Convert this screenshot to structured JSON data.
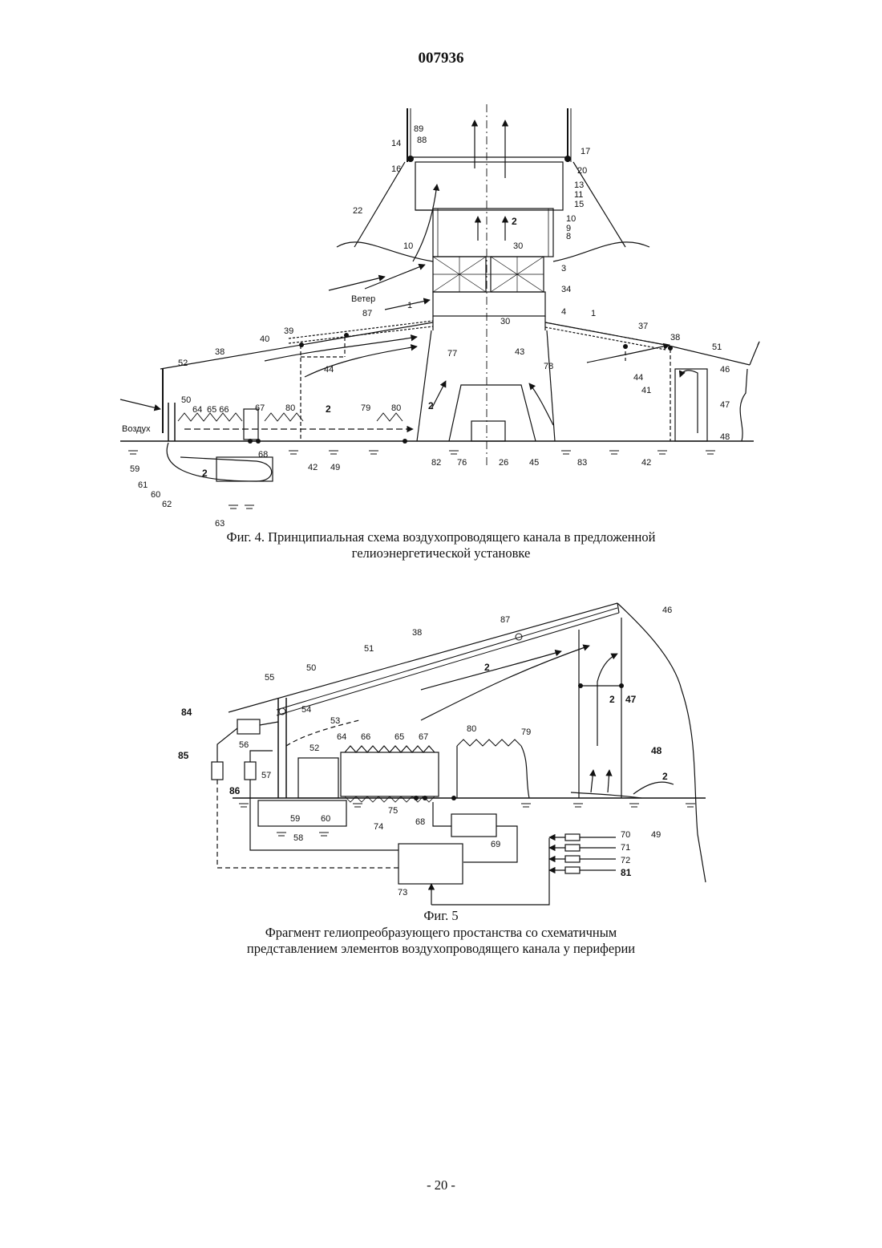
{
  "document": {
    "number": "007936",
    "page": "- 20 -"
  },
  "fig4": {
    "caption_line1": "Фиг. 4. Принципиальная схема воздухопроводящего канала в предложенной",
    "caption_line2": "гелиоэнергетической установке",
    "labels": {
      "l14": "14",
      "l89": "89",
      "l88": "88",
      "l16": "16",
      "l17": "17",
      "l20": "20",
      "l13": "13",
      "l11": "11",
      "l15": "15",
      "l10a": "10",
      "l9": "9",
      "l8": "8",
      "l22": "22",
      "l2a": "2",
      "l30a": "30",
      "l10b": "10",
      "l3": "3",
      "l34": "34",
      "l30b": "30",
      "l4": "4",
      "l1a": "1",
      "l1b": "1",
      "veter": "Ветер",
      "l87": "87",
      "l37": "37",
      "l40": "40",
      "l39": "39",
      "l43": "43",
      "l38a": "38",
      "l38b": "38",
      "l51": "51",
      "l52": "52",
      "l77": "77",
      "l78": "78",
      "l44a": "44",
      "l44b": "44",
      "l46": "46",
      "l41": "41",
      "l50": "50",
      "l64": "64",
      "l65_66": "65 66",
      "l67": "67",
      "l80a": "80",
      "l2b": "2",
      "l79": "79",
      "l80b": "80",
      "l2c": "2",
      "l47": "47",
      "l48": "48",
      "vozduh": "Воздух",
      "l59": "59",
      "l61": "61",
      "l60": "60",
      "l62": "62",
      "l2d": "2",
      "l68": "68",
      "l42a": "42",
      "l49": "49",
      "l82": "82",
      "l76": "76",
      "l26": "26",
      "l45": "45",
      "l83": "83",
      "l42b": "42",
      "l63": "63"
    }
  },
  "fig5": {
    "caption_num": "Фиг. 5",
    "caption_line1": "Фрагмент гелиопреобразующего простанства со схематичным",
    "caption_line2": "представлением элементов воздухопроводящего канала у периферии",
    "labels": {
      "l46": "46",
      "l87": "87",
      "l38": "38",
      "l51": "51",
      "l2a": "2",
      "l55": "55",
      "l50": "50",
      "l47": "47",
      "l2b": "2",
      "l84": "84",
      "l54": "54",
      "l53": "53",
      "l64": "64",
      "l66": "66",
      "l65": "65",
      "l67": "67",
      "l80": "80",
      "l79": "79",
      "l56": "56",
      "l52": "52",
      "l85": "85",
      "l57": "57",
      "l86": "86",
      "l48": "48",
      "l2c": "2",
      "l59": "59",
      "l60": "60",
      "l74": "74",
      "l75": "75",
      "l68": "68",
      "l58": "58",
      "l69": "69",
      "l49": "49",
      "l70": "70",
      "l71": "71",
      "l72": "72",
      "l81": "81",
      "l73": "73"
    }
  }
}
